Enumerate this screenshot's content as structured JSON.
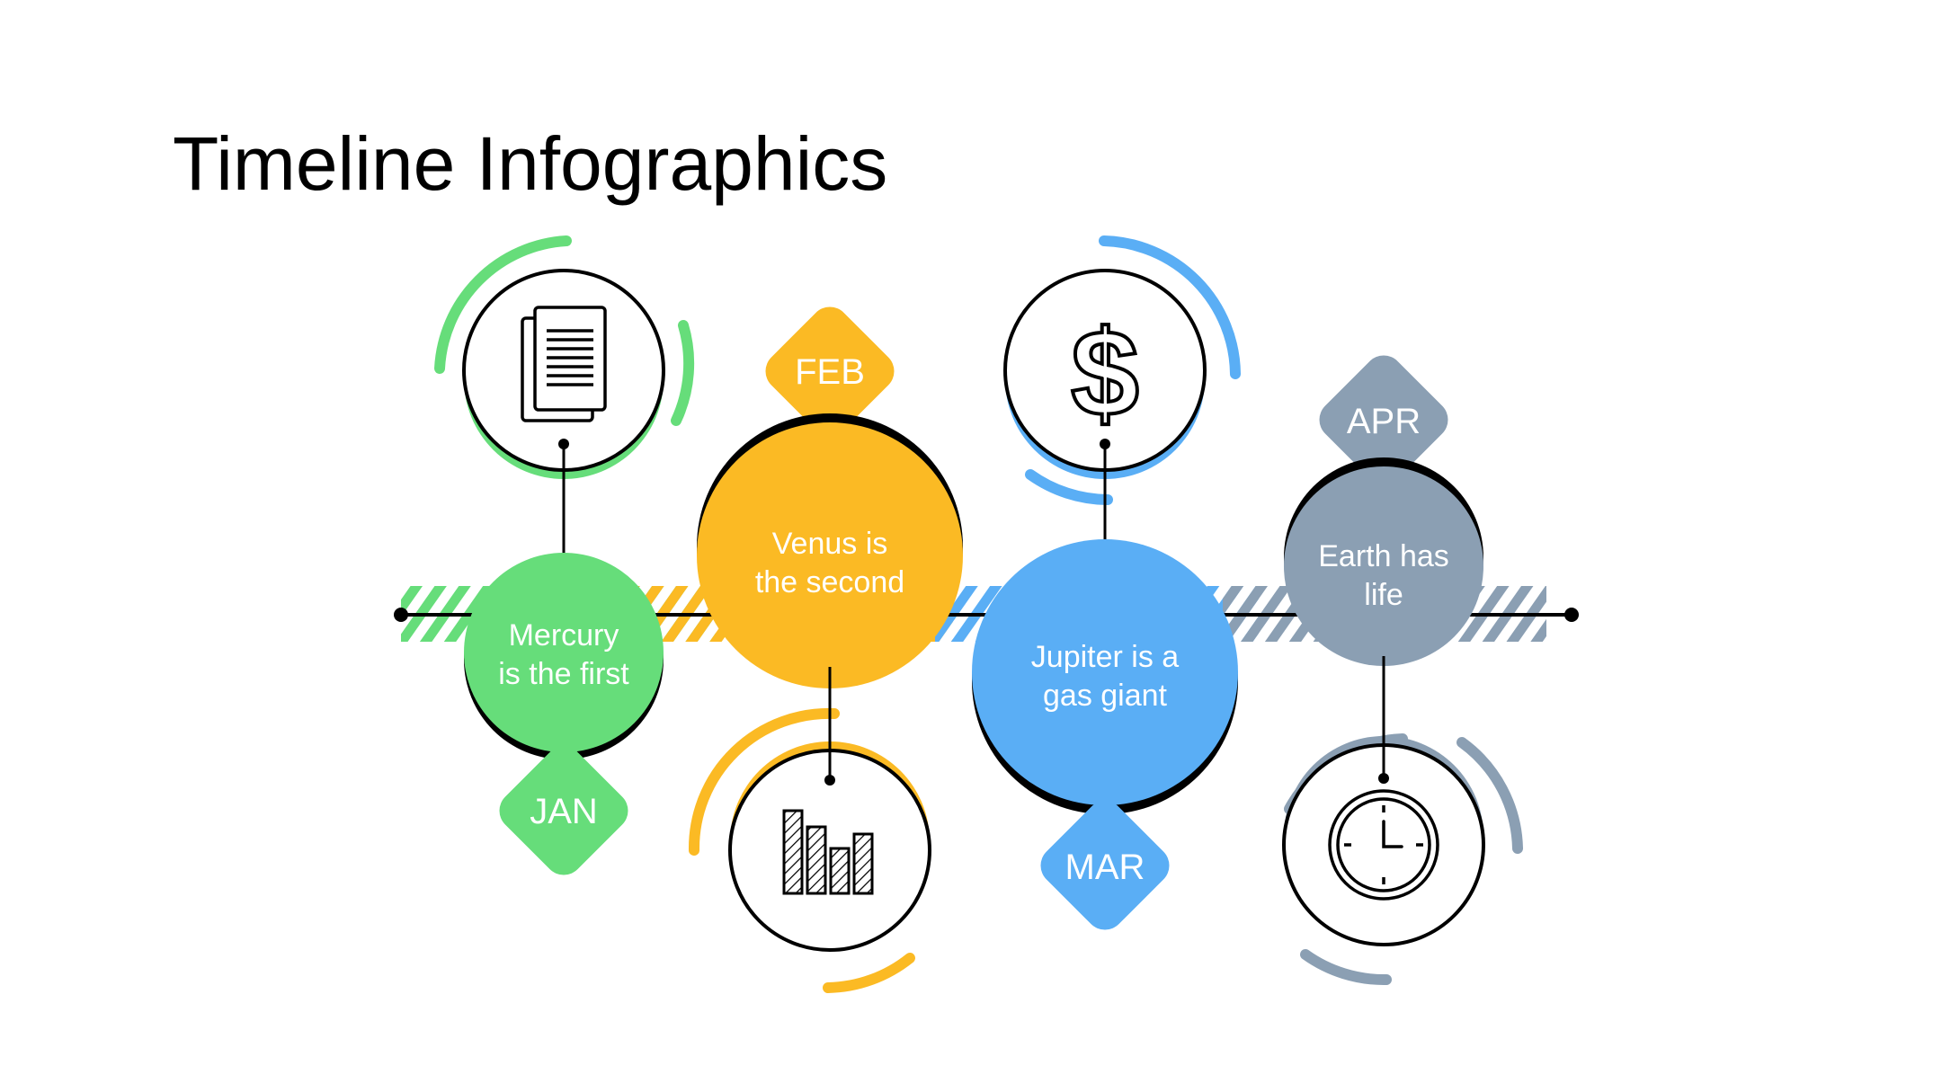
{
  "title": "Timeline Infographics",
  "colors": {
    "green": "#66DD7A",
    "yellow": "#FBBA24",
    "blue": "#5AAEF5",
    "slate": "#8B9FB3",
    "outline": "#000000"
  },
  "milestones": [
    {
      "month": "JAN",
      "text_line1": "Mercury",
      "text_line2": "is the first",
      "icon": "document-icon",
      "color": "#66DD7A"
    },
    {
      "month": "FEB",
      "text_line1": "Venus is",
      "text_line2": "the second",
      "icon": "bar-chart-icon",
      "color": "#FBBA24"
    },
    {
      "month": "MAR",
      "text_line1": "Jupiter is a",
      "text_line2": "gas giant",
      "icon": "dollar-icon",
      "color": "#5AAEF5"
    },
    {
      "month": "APR",
      "text_line1": "Earth has",
      "text_line2": "life",
      "icon": "clock-icon",
      "color": "#8B9FB3"
    }
  ]
}
